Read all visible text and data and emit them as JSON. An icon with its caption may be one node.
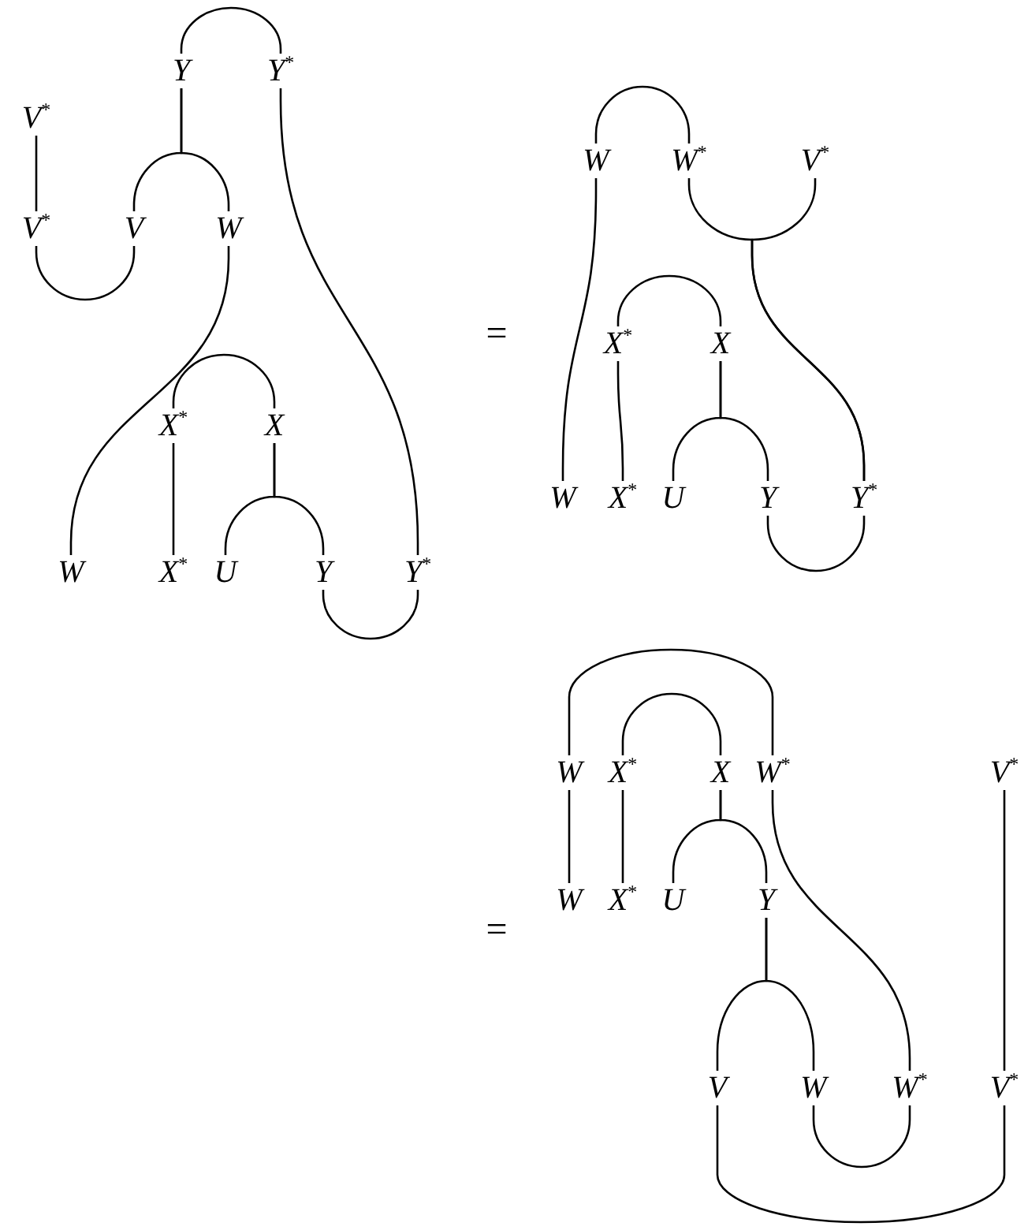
{
  "diagram": {
    "nodes": [
      {
        "text": [
          "V$^{*}$"
        ]
      },
      {
        "text": [
          "Y"
        ]
      },
      {
        "text": [
          "Y$^{*}$"
        ]
      },
      {
        "text": [
          "V$^{*}$"
        ]
      },
      {
        "text": [
          "V"
        ]
      },
      {
        "text": [
          "W"
        ]
      },
      {
        "text": [
          "X$^{*}$"
        ]
      },
      {
        "text": [
          "X"
        ]
      },
      {
        "text": [
          "W"
        ]
      },
      {
        "text": [
          "X$^{*}$"
        ]
      },
      {
        "text": [
          "U"
        ]
      },
      {
        "text": [
          "Y"
        ]
      },
      {
        "text": [
          "Y$^{*}$"
        ]
      },
      {
        "text": [
          "W"
        ]
      },
      {
        "text": [
          "W$^{*}$"
        ]
      },
      {
        "text": [
          "V$^{*}$"
        ]
      },
      {
        "text": [
          "X$^{*}$"
        ]
      },
      {
        "text": [
          "X"
        ]
      },
      {
        "text": [
          "W"
        ]
      },
      {
        "text": [
          "X$^{*}$"
        ]
      },
      {
        "text": [
          "U"
        ]
      },
      {
        "text": [
          "Y"
        ]
      },
      {
        "text": [
          "Y$^{*}$"
        ]
      },
      {
        "text": [
          "W"
        ]
      },
      {
        "text": [
          "X$^{*}$"
        ]
      },
      {
        "text": [
          "X"
        ]
      },
      {
        "text": [
          "W$^{*}$"
        ]
      },
      {
        "text": [
          "V$^{*}$"
        ]
      },
      {
        "text": [
          "W"
        ]
      },
      {
        "text": [
          "X$^{*}$"
        ]
      },
      {
        "text": [
          "U"
        ]
      },
      {
        "text": [
          "Y"
        ]
      },
      {
        "text": [
          "V"
        ]
      },
      {
        "text": [
          "W"
        ]
      },
      {
        "text": [
          "W$^{*}$"
        ]
      },
      {
        "text": [
          "V$^{*}$"
        ]
      }
    ],
    "edges": [
      {
        "from": 1,
        "to": 2,
        "arrow": "none"
      },
      {
        "from": 2,
        "to": 12,
        "arrow": "none"
      },
      {
        "from": 0,
        "to": 3,
        "arrow": "none"
      },
      {
        "from": 3,
        "to": 4,
        "arrow": "none"
      },
      {
        "from": 1,
        "to": 4,
        "arrow": "none"
      },
      {
        "from": 1,
        "to": 5,
        "arrow": "none"
      },
      {
        "from": 5,
        "to": 8,
        "arrow": "none"
      },
      {
        "from": 6,
        "to": 7,
        "arrow": "none"
      },
      {
        "from": 6,
        "to": 9,
        "arrow": "none"
      },
      {
        "from": 7,
        "to": 10,
        "arrow": "none"
      },
      {
        "from": 7,
        "to": 11,
        "arrow": "none"
      },
      {
        "from": 11,
        "to": 12,
        "arrow": "none"
      },
      {
        "from": 13,
        "to": 14,
        "arrow": "none"
      },
      {
        "from": 14,
        "to": 22,
        "arrow": "none"
      },
      {
        "from": 15,
        "to": 22,
        "arrow": "none"
      },
      {
        "from": 13,
        "to": 18,
        "arrow": "none"
      },
      {
        "from": 16,
        "to": 17,
        "arrow": "none"
      },
      {
        "from": 16,
        "to": 19,
        "arrow": "none"
      },
      {
        "from": 17,
        "to": 20,
        "arrow": "none"
      },
      {
        "from": 17,
        "to": 21,
        "arrow": "none"
      },
      {
        "from": 21,
        "to": 22,
        "arrow": "none"
      },
      {
        "from": 23,
        "to": 26,
        "arrow": "none"
      },
      {
        "from": 24,
        "to": 25,
        "arrow": "none"
      },
      {
        "from": 23,
        "to": 28,
        "arrow": "none"
      },
      {
        "from": 24,
        "to": 29,
        "arrow": "none"
      },
      {
        "from": 25,
        "to": 30,
        "arrow": "none"
      },
      {
        "from": 25,
        "to": 31,
        "arrow": "none"
      },
      {
        "from": 31,
        "to": 32,
        "arrow": "none"
      },
      {
        "from": 31,
        "to": 33,
        "arrow": "none"
      },
      {
        "from": 26,
        "to": 34,
        "arrow": "none"
      },
      {
        "from": 27,
        "to": 35,
        "arrow": "none"
      },
      {
        "from": 33,
        "to": 34,
        "arrow": "none"
      },
      {
        "from": 32,
        "to": 35,
        "arrow": "none"
      }
    ],
    "labels": [
      "=",
      "="
    ]
  }
}
